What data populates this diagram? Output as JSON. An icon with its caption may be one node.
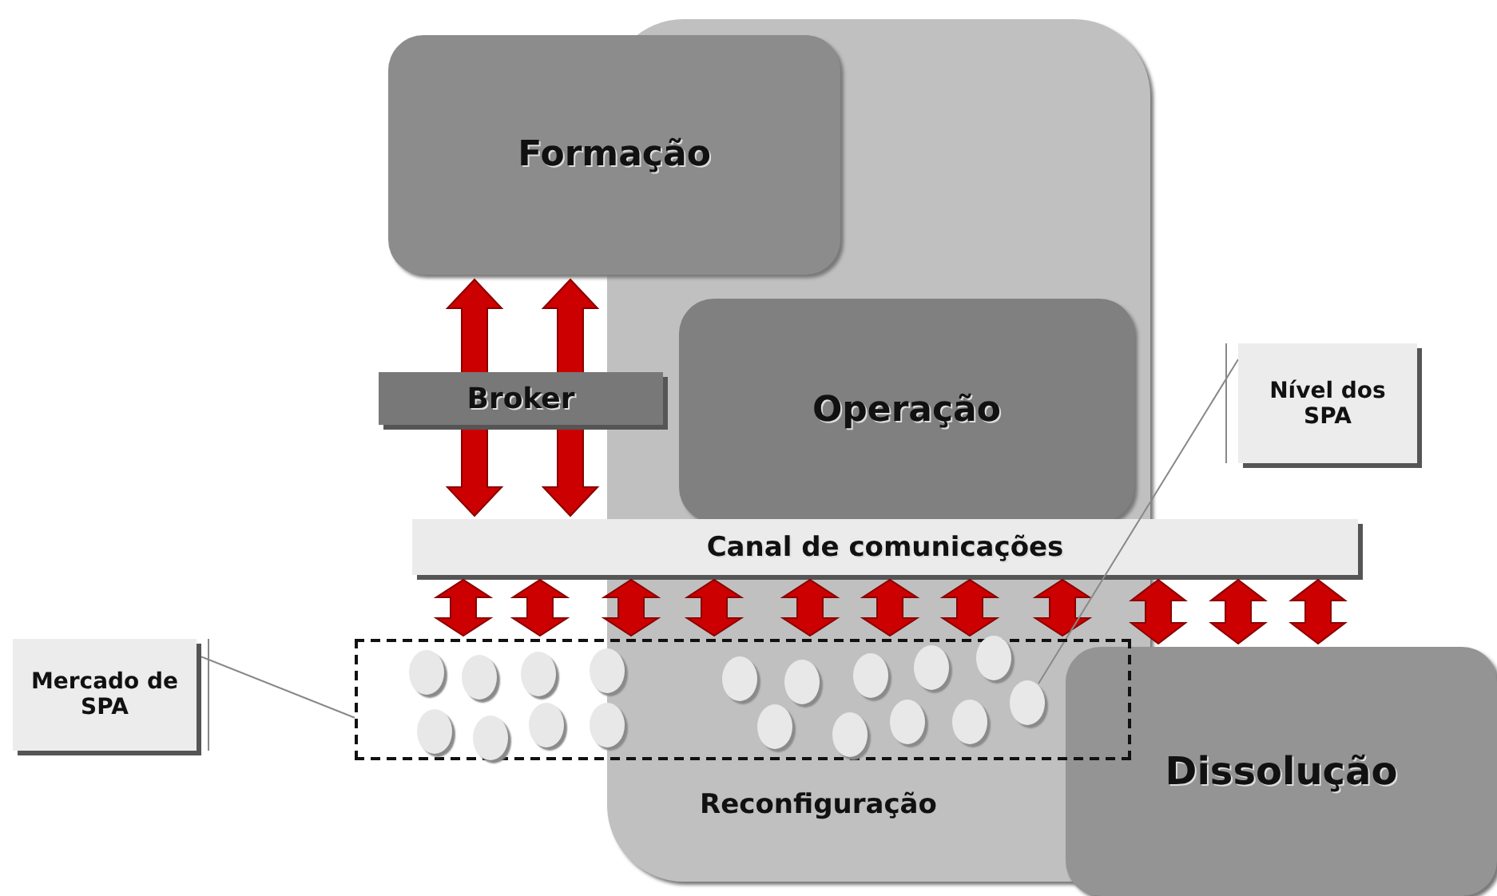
{
  "diagram": {
    "nodes": [
      {
        "text": [
          "Formação"
        ]
      },
      {
        "text": [
          "Reconfiguração"
        ]
      },
      {
        "text": [
          "Operação"
        ],
        "in": 1
      },
      {
        "text": [
          "Broker"
        ]
      },
      {
        "text": [
          "Canal de comunicações"
        ]
      },
      {
        "text": [
          "Nível dos SPA"
        ]
      },
      {
        "text": [
          "Mercado de SPA"
        ]
      },
      {
        "text": [],
        "shape": "box"
      },
      {
        "text": [],
        "shape": "ellipse",
        "in": 7
      },
      {
        "text": [],
        "shape": "ellipse",
        "in": 7
      },
      {
        "text": [],
        "shape": "ellipse",
        "in": 7
      },
      {
        "text": [],
        "shape": "ellipse",
        "in": 7
      },
      {
        "text": [],
        "shape": "ellipse",
        "in": 7
      },
      {
        "text": [],
        "shape": "ellipse",
        "in": 7
      },
      {
        "text": [],
        "shape": "ellipse",
        "in": 7
      },
      {
        "text": [],
        "shape": "ellipse",
        "in": 7
      },
      {
        "text": [],
        "shape": "ellipse"
      },
      {
        "text": [],
        "shape": "ellipse"
      },
      {
        "text": [],
        "shape": "ellipse"
      },
      {
        "text": [],
        "shape": "ellipse"
      },
      {
        "text": [],
        "shape": "ellipse"
      },
      {
        "text": [],
        "shape": "ellipse"
      },
      {
        "text": [],
        "shape": "ellipse"
      },
      {
        "text": [],
        "shape": "ellipse"
      },
      {
        "text": [],
        "shape": "ellipse"
      },
      {
        "text": [],
        "shape": "ellipse"
      },
      {
        "text": [
          "Dissolução"
        ]
      }
    ],
    "edges": [
      {
        "from": 0,
        "to": 4,
        "arrow": "both"
      },
      {
        "from": 0,
        "to": 4,
        "arrow": "both"
      },
      {
        "from": 4,
        "to": 7,
        "arrow": "both"
      },
      {
        "from": 4,
        "to": 7,
        "arrow": "both"
      },
      {
        "from": 4,
        "to": 7,
        "arrow": "both"
      },
      {
        "from": 4,
        "to": 7,
        "arrow": "both"
      },
      {
        "from": 4,
        "to": 7,
        "arrow": "both"
      },
      {
        "from": 4,
        "to": 7,
        "arrow": "both"
      },
      {
        "from": 4,
        "to": 7,
        "arrow": "both"
      },
      {
        "from": 4,
        "to": 7,
        "arrow": "both"
      },
      {
        "from": 4,
        "to": 26,
        "arrow": "both"
      },
      {
        "from": 4,
        "to": 26,
        "arrow": "both"
      },
      {
        "from": 4,
        "to": 26,
        "arrow": "both"
      },
      {
        "from": 6,
        "to": 7,
        "arrow": "none"
      },
      {
        "from": 5,
        "to": 25,
        "arrow": "none"
      }
    ]
  }
}
